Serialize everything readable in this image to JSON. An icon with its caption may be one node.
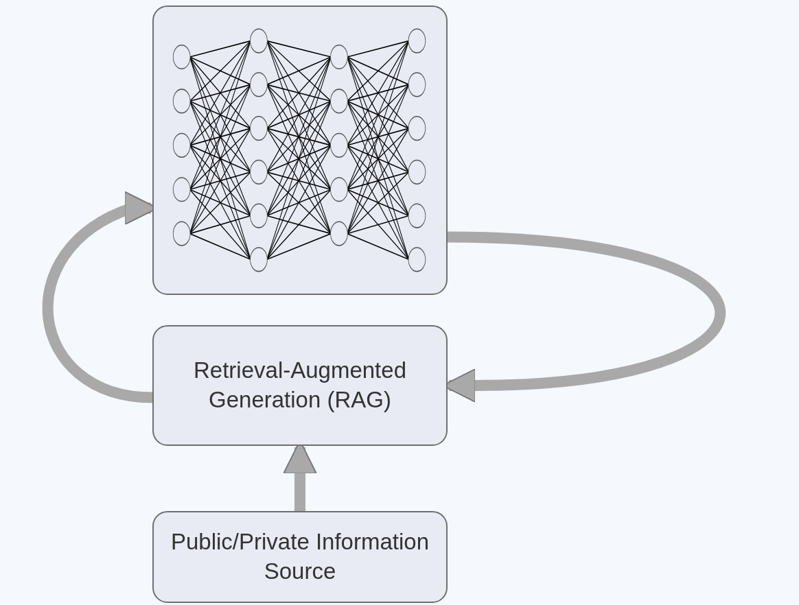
{
  "diagram": {
    "nodes": [
      {
        "text": [],
        "shape": "picture"
      },
      {
        "text": [
          "Retrieval-Augmented Generation (RAG)"
        ]
      },
      {
        "text": [
          "Public/Private Information Source"
        ]
      }
    ],
    "edges": [
      {
        "from": 2,
        "to": 1,
        "arrow": "to"
      },
      {
        "from": 1,
        "to": 0,
        "arrow": "to"
      },
      {
        "from": 0,
        "to": 1,
        "arrow": "to"
      }
    ]
  }
}
